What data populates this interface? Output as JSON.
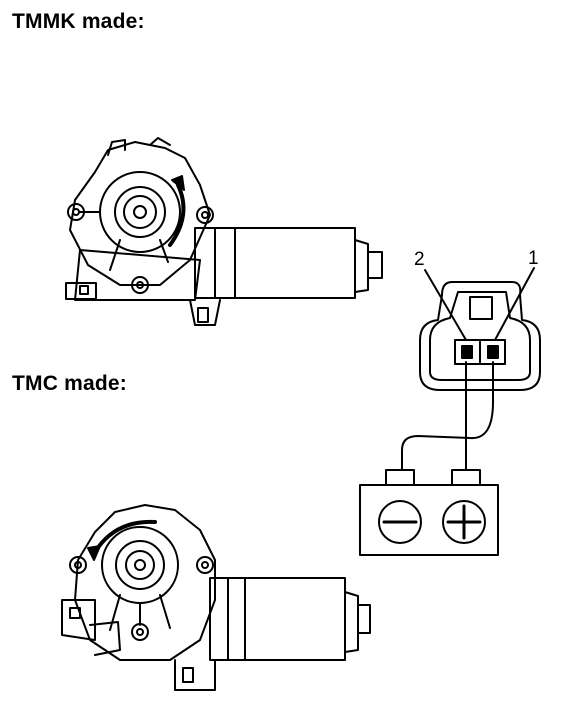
{
  "headings": {
    "tmmk": "TMMK made:",
    "tmc": "TMC made:"
  },
  "connector": {
    "pin_2_label": "2",
    "pin_1_label": "1"
  },
  "battery": {
    "negative_symbol": "minus",
    "positive_symbol": "plus"
  },
  "colors": {
    "ink": "#000000",
    "background": "#ffffff"
  }
}
